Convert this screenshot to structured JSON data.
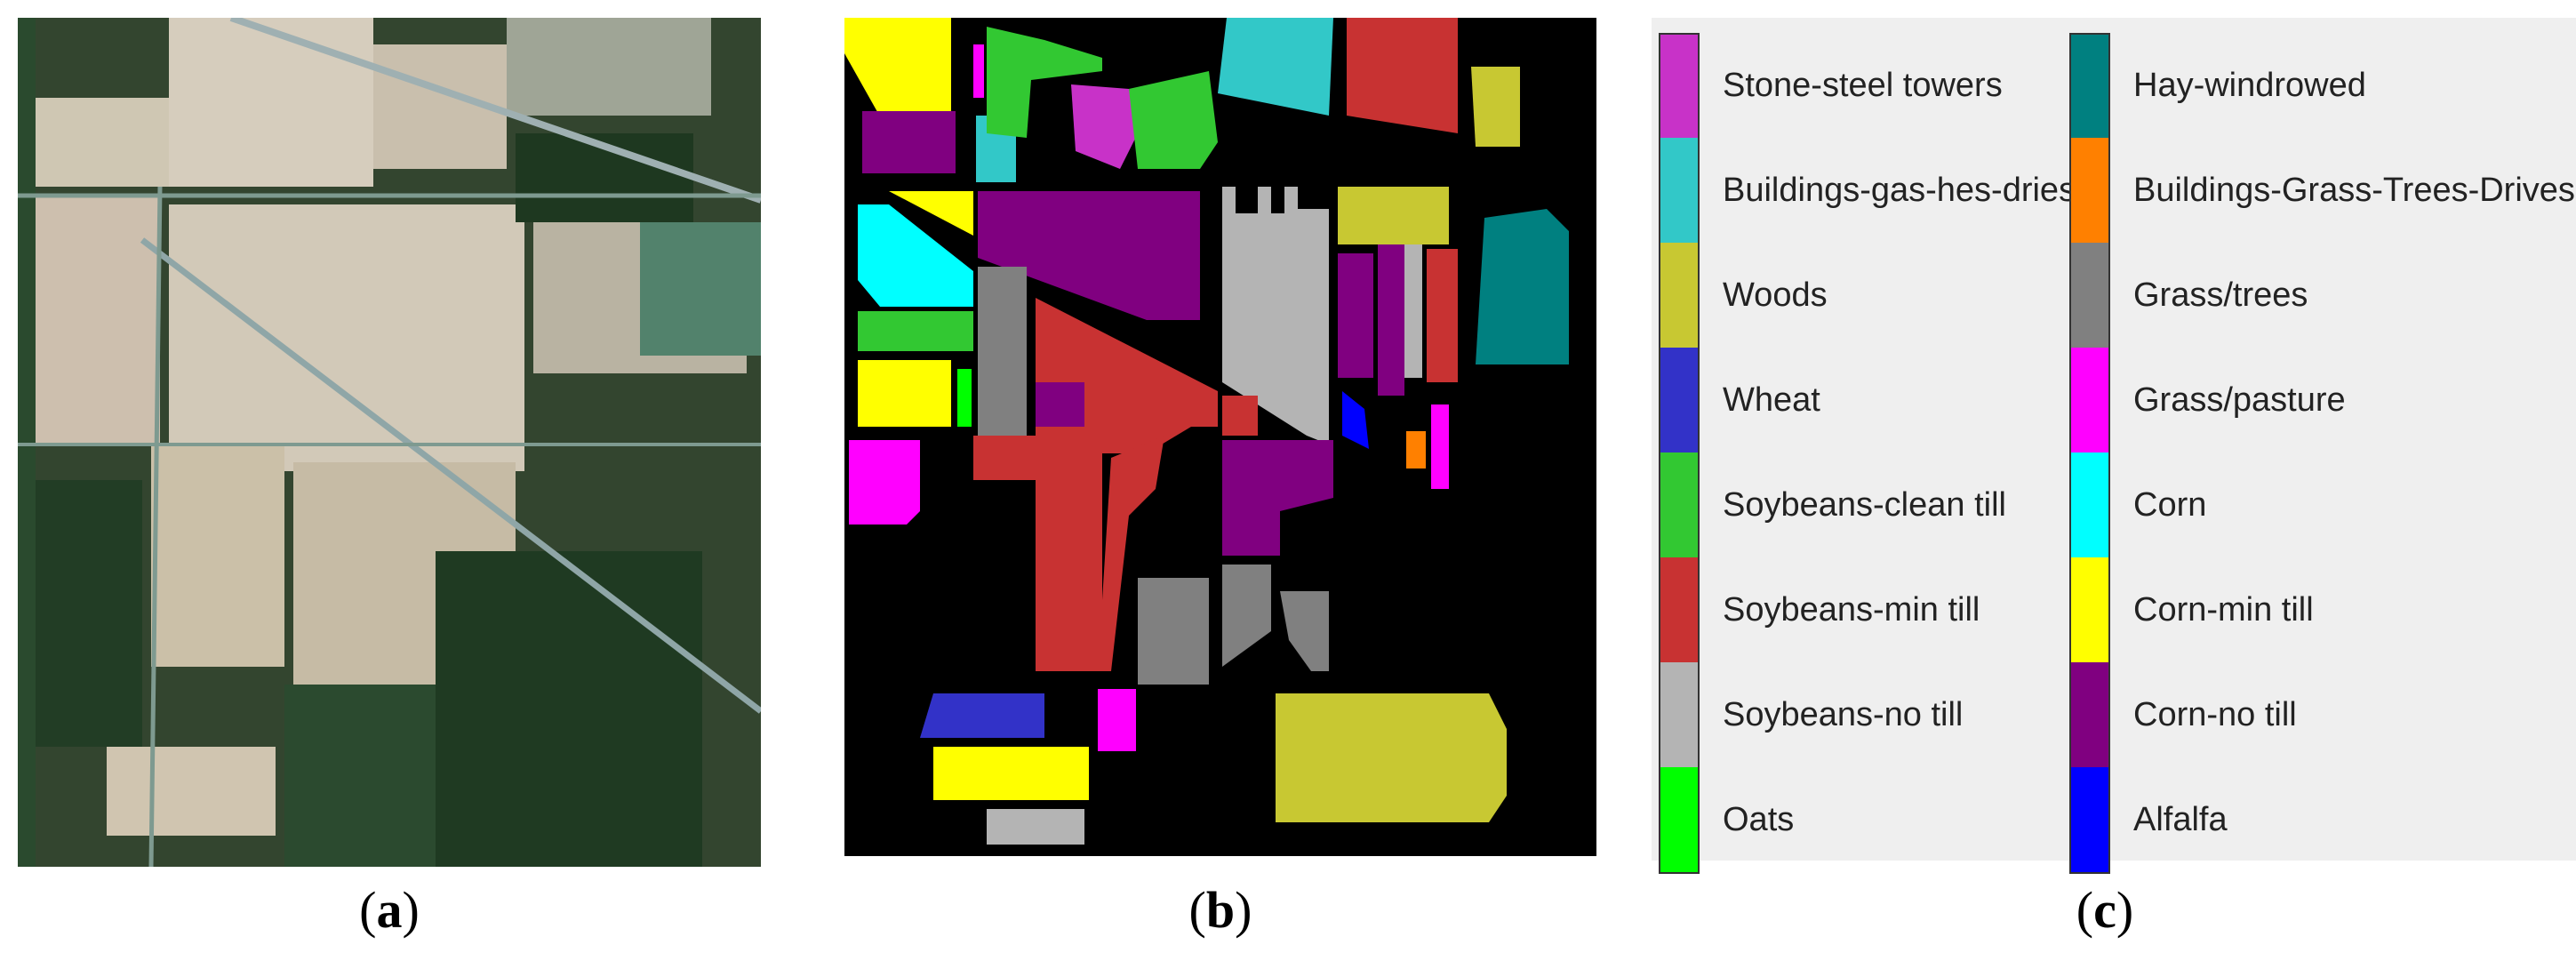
{
  "captions": {
    "a": "a",
    "b": "b",
    "c": "c"
  },
  "legend": {
    "left_column": [
      {
        "label": "Stone-steel towers",
        "color": "#c832c8"
      },
      {
        "label": "Buildings-gas-hes-dries",
        "color": "#32c8c8"
      },
      {
        "label": "Woods",
        "color": "#c8c832"
      },
      {
        "label": "Wheat",
        "color": "#3232c8"
      },
      {
        "label": "Soybeans-clean till",
        "color": "#32c832"
      },
      {
        "label": "Soybeans-min till",
        "color": "#c83232"
      },
      {
        "label": "Soybeans-no till",
        "color": "#b4b4b4"
      },
      {
        "label": "Oats",
        "color": "#00ff00"
      }
    ],
    "right_column": [
      {
        "label": "Hay-windrowed",
        "color": "#008080"
      },
      {
        "label": "Buildings-Grass-Trees-Drives",
        "color": "#ff8000"
      },
      {
        "label": "Grass/trees",
        "color": "#808080"
      },
      {
        "label": "Grass/pasture",
        "color": "#ff00ff"
      },
      {
        "label": "Corn",
        "color": "#00ffff"
      },
      {
        "label": "Corn-min till",
        "color": "#ffff00"
      },
      {
        "label": "Corn-no till",
        "color": "#800080"
      },
      {
        "label": "Alfalfa",
        "color": "#0000ff"
      }
    ]
  }
}
